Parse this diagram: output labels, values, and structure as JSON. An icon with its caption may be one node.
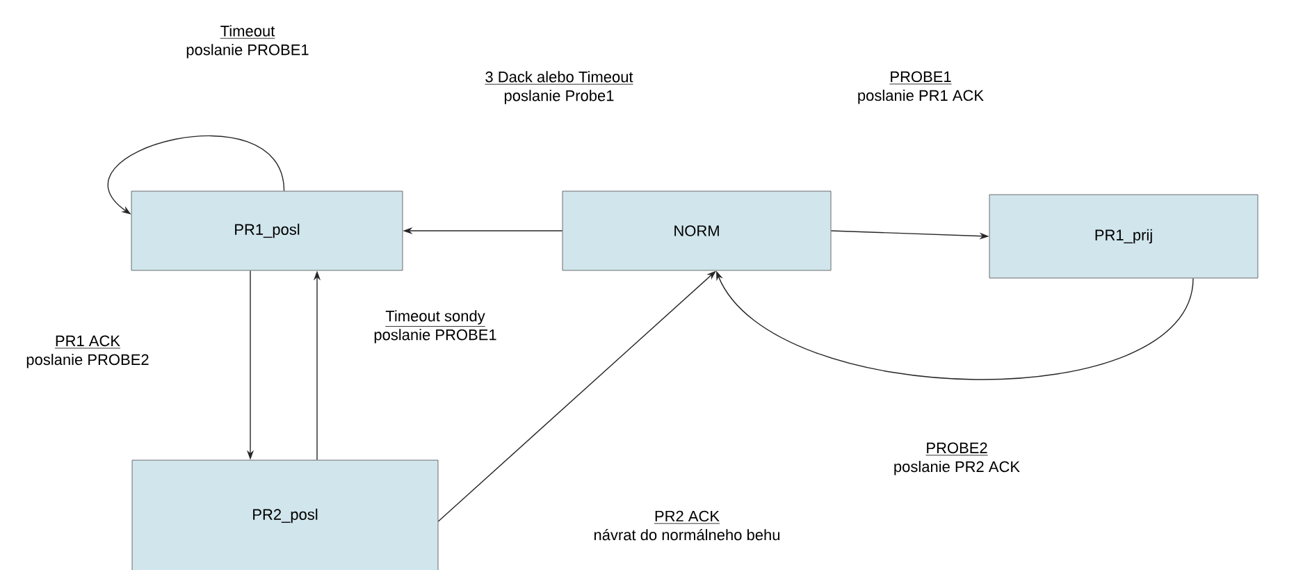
{
  "diagram": {
    "nodes": [
      {
        "text": [
          "PR1_posl"
        ]
      },
      {
        "text": [
          "NORM"
        ]
      },
      {
        "text": [
          "PR1_prij"
        ]
      },
      {
        "text": [
          "PR2_posl"
        ]
      }
    ],
    "edges": [
      {
        "from": 0,
        "to": 0,
        "arrow": "to",
        "label": [
          "Timeout",
          "poslanie PROBE1"
        ]
      },
      {
        "from": 1,
        "to": 0,
        "arrow": "to",
        "label": [
          "3 Dack alebo Timeout",
          "poslanie Probe1"
        ]
      },
      {
        "from": 1,
        "to": 2,
        "arrow": "to",
        "label": [
          "PROBE1",
          "poslanie PR1 ACK"
        ]
      },
      {
        "from": 2,
        "to": 1,
        "arrow": "to",
        "label": [
          "PROBE2",
          "poslanie PR2 ACK"
        ]
      },
      {
        "from": 0,
        "to": 3,
        "arrow": "to",
        "label": [
          "PR1 ACK",
          "poslanie PROBE2"
        ]
      },
      {
        "from": 3,
        "to": 0,
        "arrow": "to",
        "label": [
          "Timeout sondy",
          "poslanie PROBE1"
        ]
      },
      {
        "from": 3,
        "to": 1,
        "arrow": "to",
        "label": [
          "PR2 ACK",
          "návrat do normálneho behu"
        ]
      }
    ]
  }
}
